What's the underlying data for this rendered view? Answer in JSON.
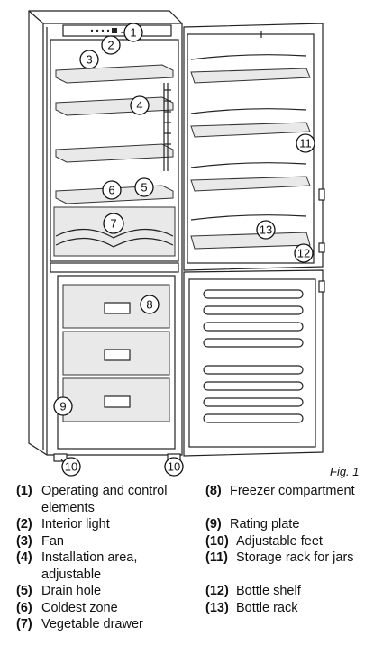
{
  "figure": {
    "caption": "Fig. 1",
    "callouts": [
      "1",
      "2",
      "3",
      "4",
      "5",
      "6",
      "7",
      "8",
      "9",
      "10",
      "10",
      "11",
      "12",
      "13"
    ]
  },
  "legend": {
    "left": [
      {
        "num": "(1)",
        "text": "Operating and control elements"
      },
      {
        "num": "(2)",
        "text": "Interior light"
      },
      {
        "num": "(3)",
        "text": "Fan"
      },
      {
        "num": "(4)",
        "text": "Installation area, adjustable"
      },
      {
        "num": "(5)",
        "text": "Drain hole"
      },
      {
        "num": "(6)",
        "text": "Coldest zone"
      },
      {
        "num": "(7)",
        "text": "Vegetable drawer"
      }
    ],
    "right": [
      {
        "num": "(8)",
        "text": "Freezer compartment"
      },
      {
        "num": "(9)",
        "text": "Rating plate"
      },
      {
        "num": "(10)",
        "text": "Adjustable feet"
      },
      {
        "num": "(11)",
        "text": "Storage rack for jars"
      },
      {
        "num": "(12)",
        "text": "Bottle shelf"
      },
      {
        "num": "(13)",
        "text": "Bottle rack"
      }
    ]
  }
}
